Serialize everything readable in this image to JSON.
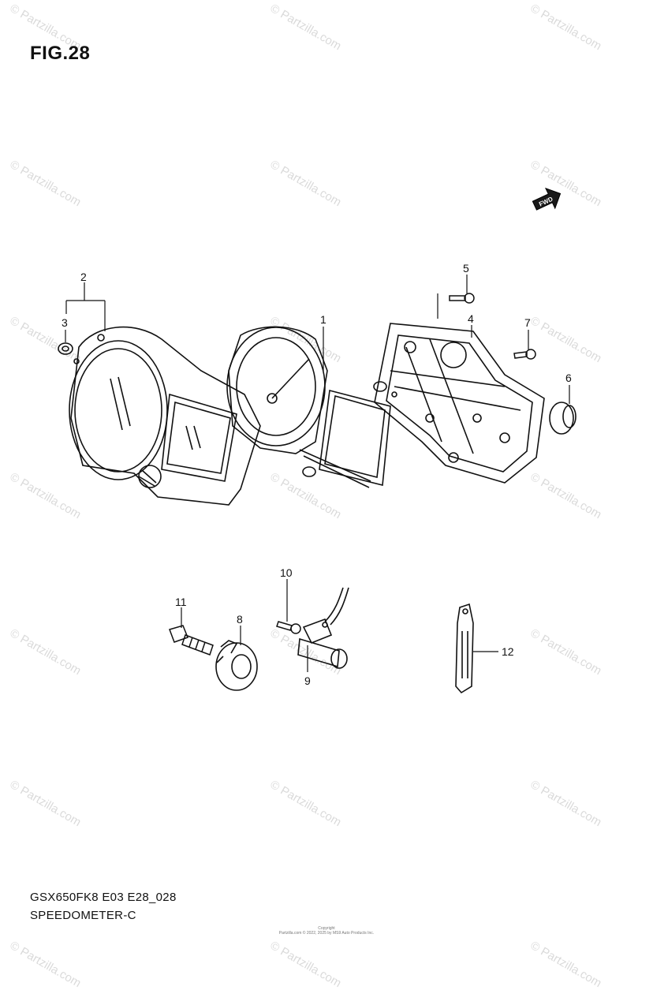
{
  "figure": {
    "title": "FIG.28",
    "model_code": "GSX650FK8 E03 E28_028",
    "section_name": "SPEEDOMETER-C"
  },
  "direction_badge": {
    "label": "FWD",
    "icon": "fwd-arrow-icon"
  },
  "callouts": [
    "1",
    "2",
    "3",
    "4",
    "5",
    "6",
    "7",
    "8",
    "9",
    "10",
    "11",
    "12"
  ],
  "watermark": {
    "text": "© Partzilla.com"
  },
  "footer": {
    "line1": "Copyright",
    "line2": "Partzilla.com © 2022, 2025 by MS9 Auto Products Inc."
  },
  "colors": {
    "line": "#111111",
    "background": "#ffffff",
    "watermark": "#d9d9d9"
  }
}
